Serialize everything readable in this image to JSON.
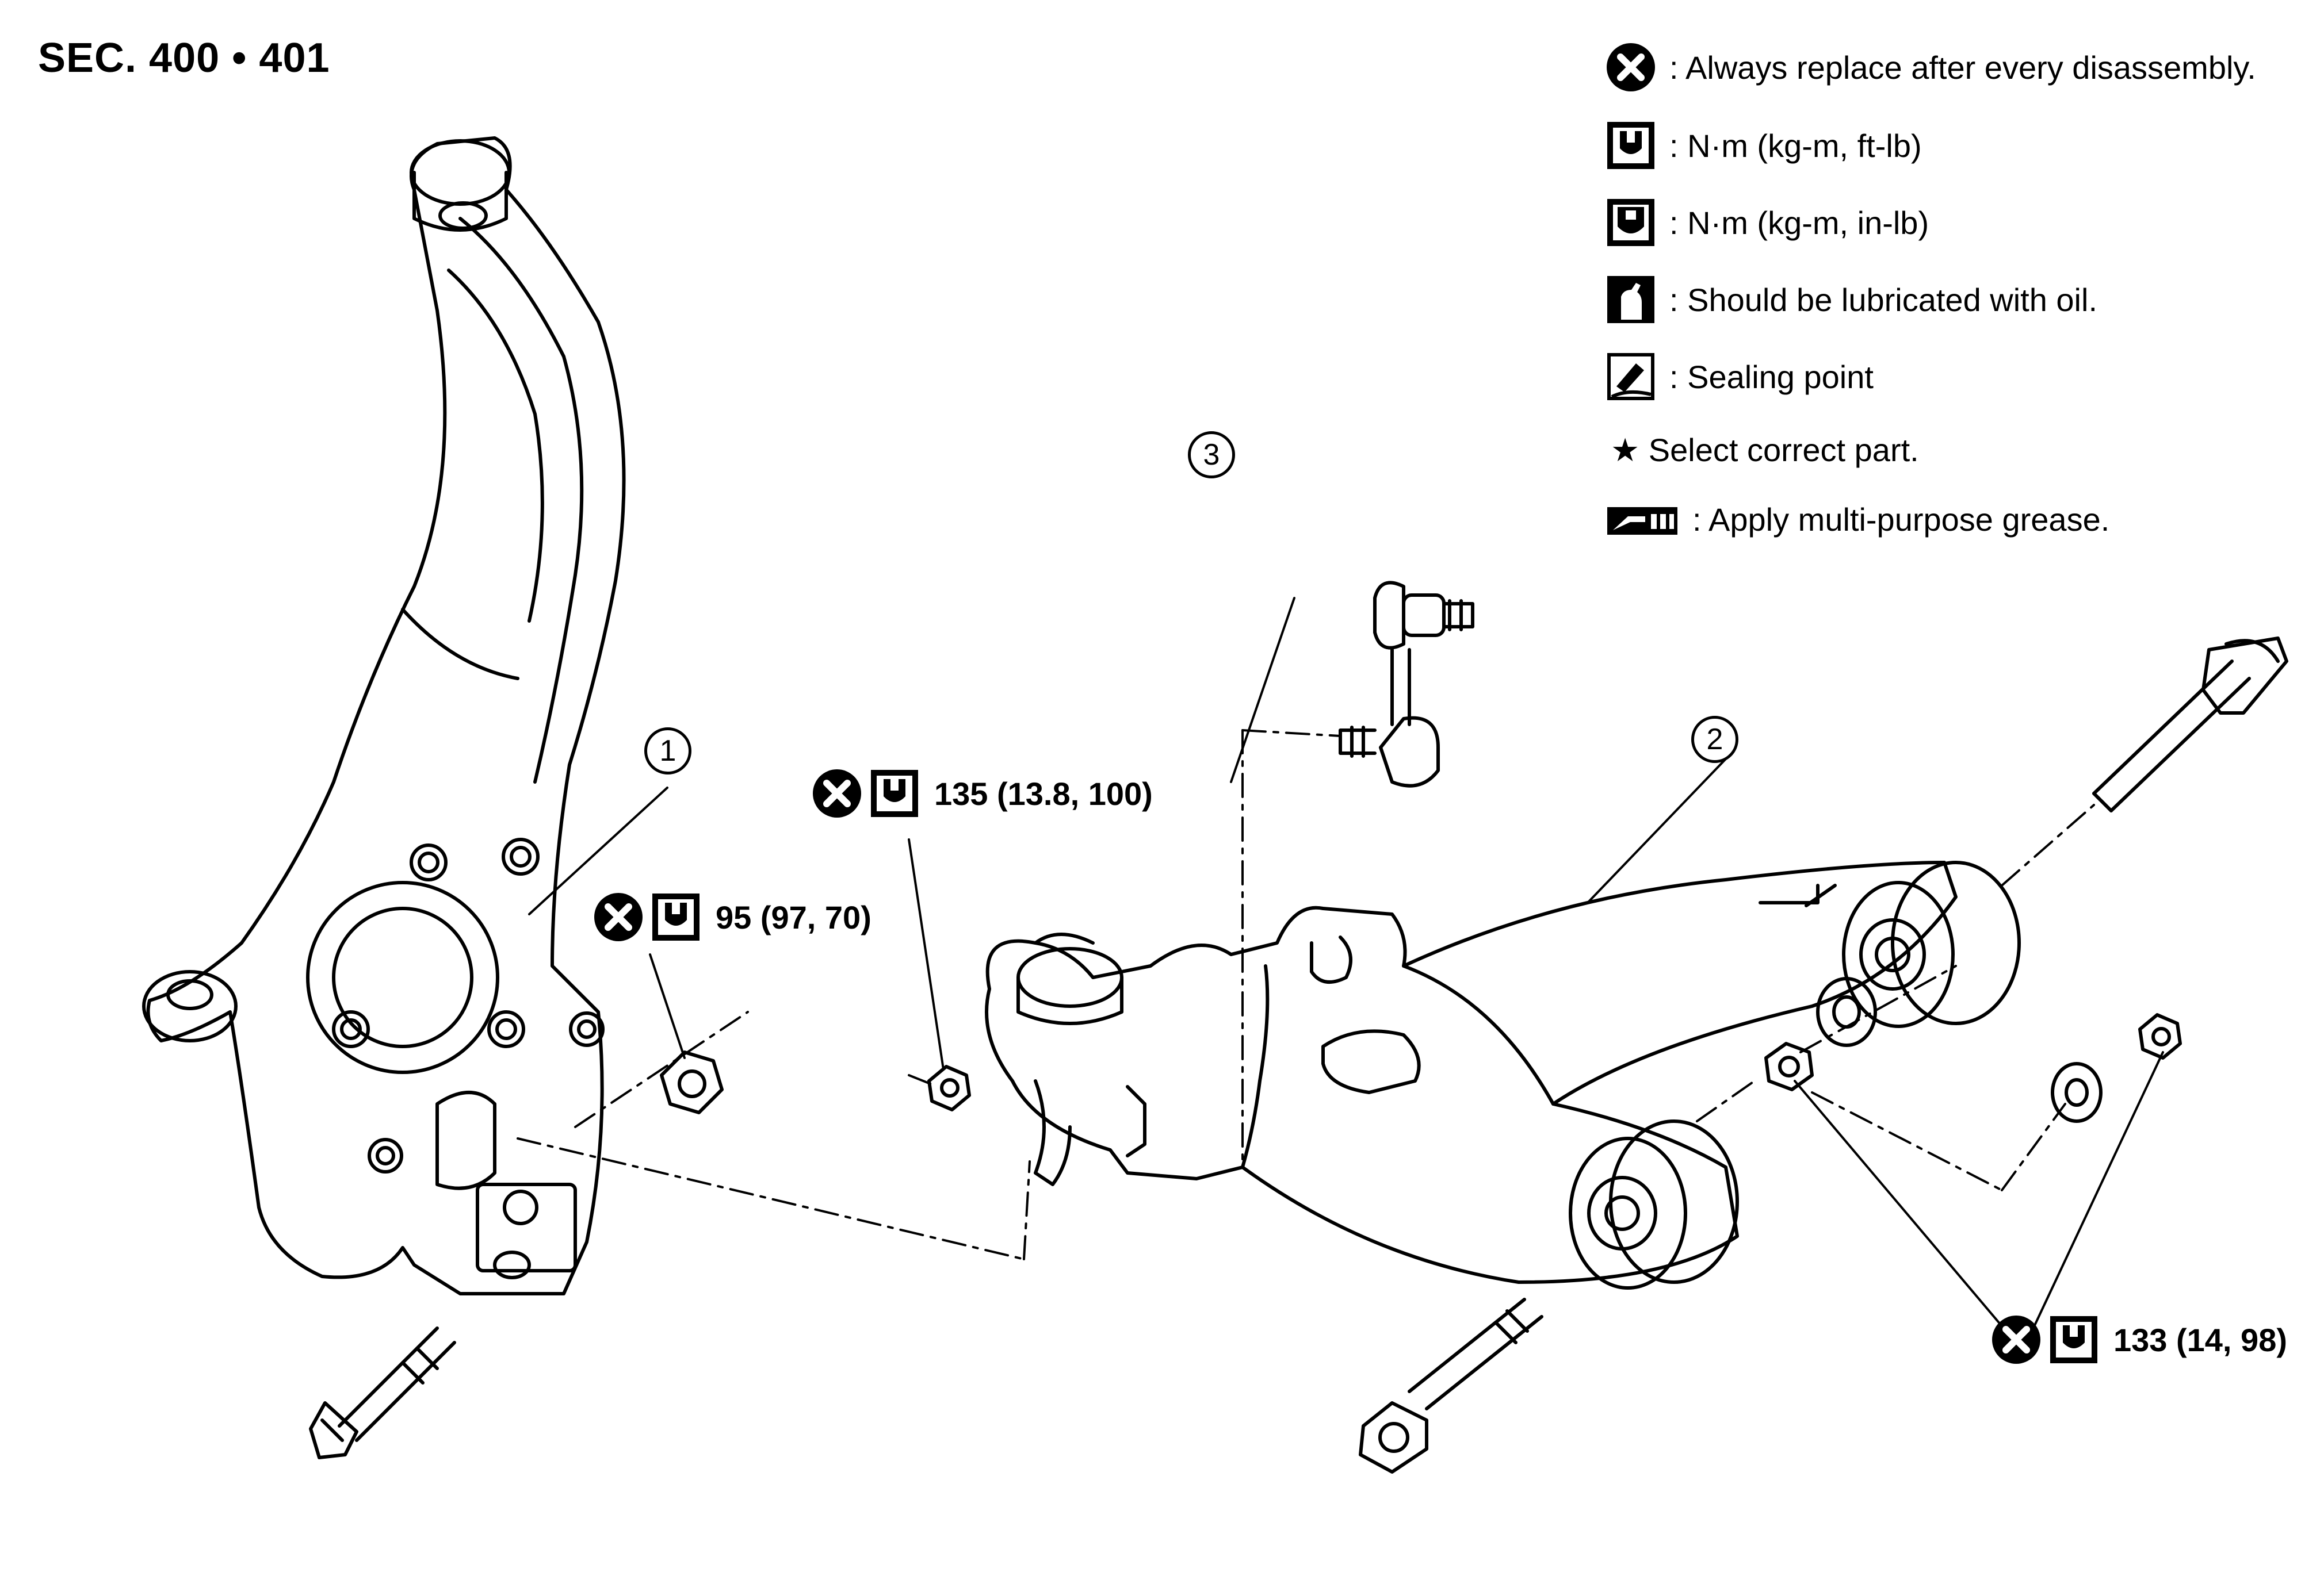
{
  "title": "SEC. 400 • 401",
  "legend": [
    {
      "icon": "x-circle-icon",
      "text": ": Always replace after every disassembly."
    },
    {
      "icon": "torque-wrench-icon",
      "text": ": N·m (kg-m, ft-lb)"
    },
    {
      "icon": "torque-wrench-dark-icon",
      "text": ": N·m (kg-m, in-lb)"
    },
    {
      "icon": "oil-can-icon",
      "text": ": Should be lubricated with oil."
    },
    {
      "icon": "sealing-point-icon",
      "text": ": Sealing point"
    },
    {
      "icon": "star-icon",
      "text": "★ Select correct part."
    },
    {
      "icon": "grease-icon",
      "text": ": Apply multi-purpose grease."
    }
  ],
  "torque_callouts": [
    {
      "value": "95 (97, 70)"
    },
    {
      "value": "135 (13.8, 100)"
    },
    {
      "value": "133 (14, 98)"
    }
  ],
  "part_numbers": [
    "1",
    "2",
    "3"
  ],
  "parts": {
    "1": "steering-knuckle",
    "2": "transverse-link",
    "3": "stabilizer-connecting-rod"
  }
}
